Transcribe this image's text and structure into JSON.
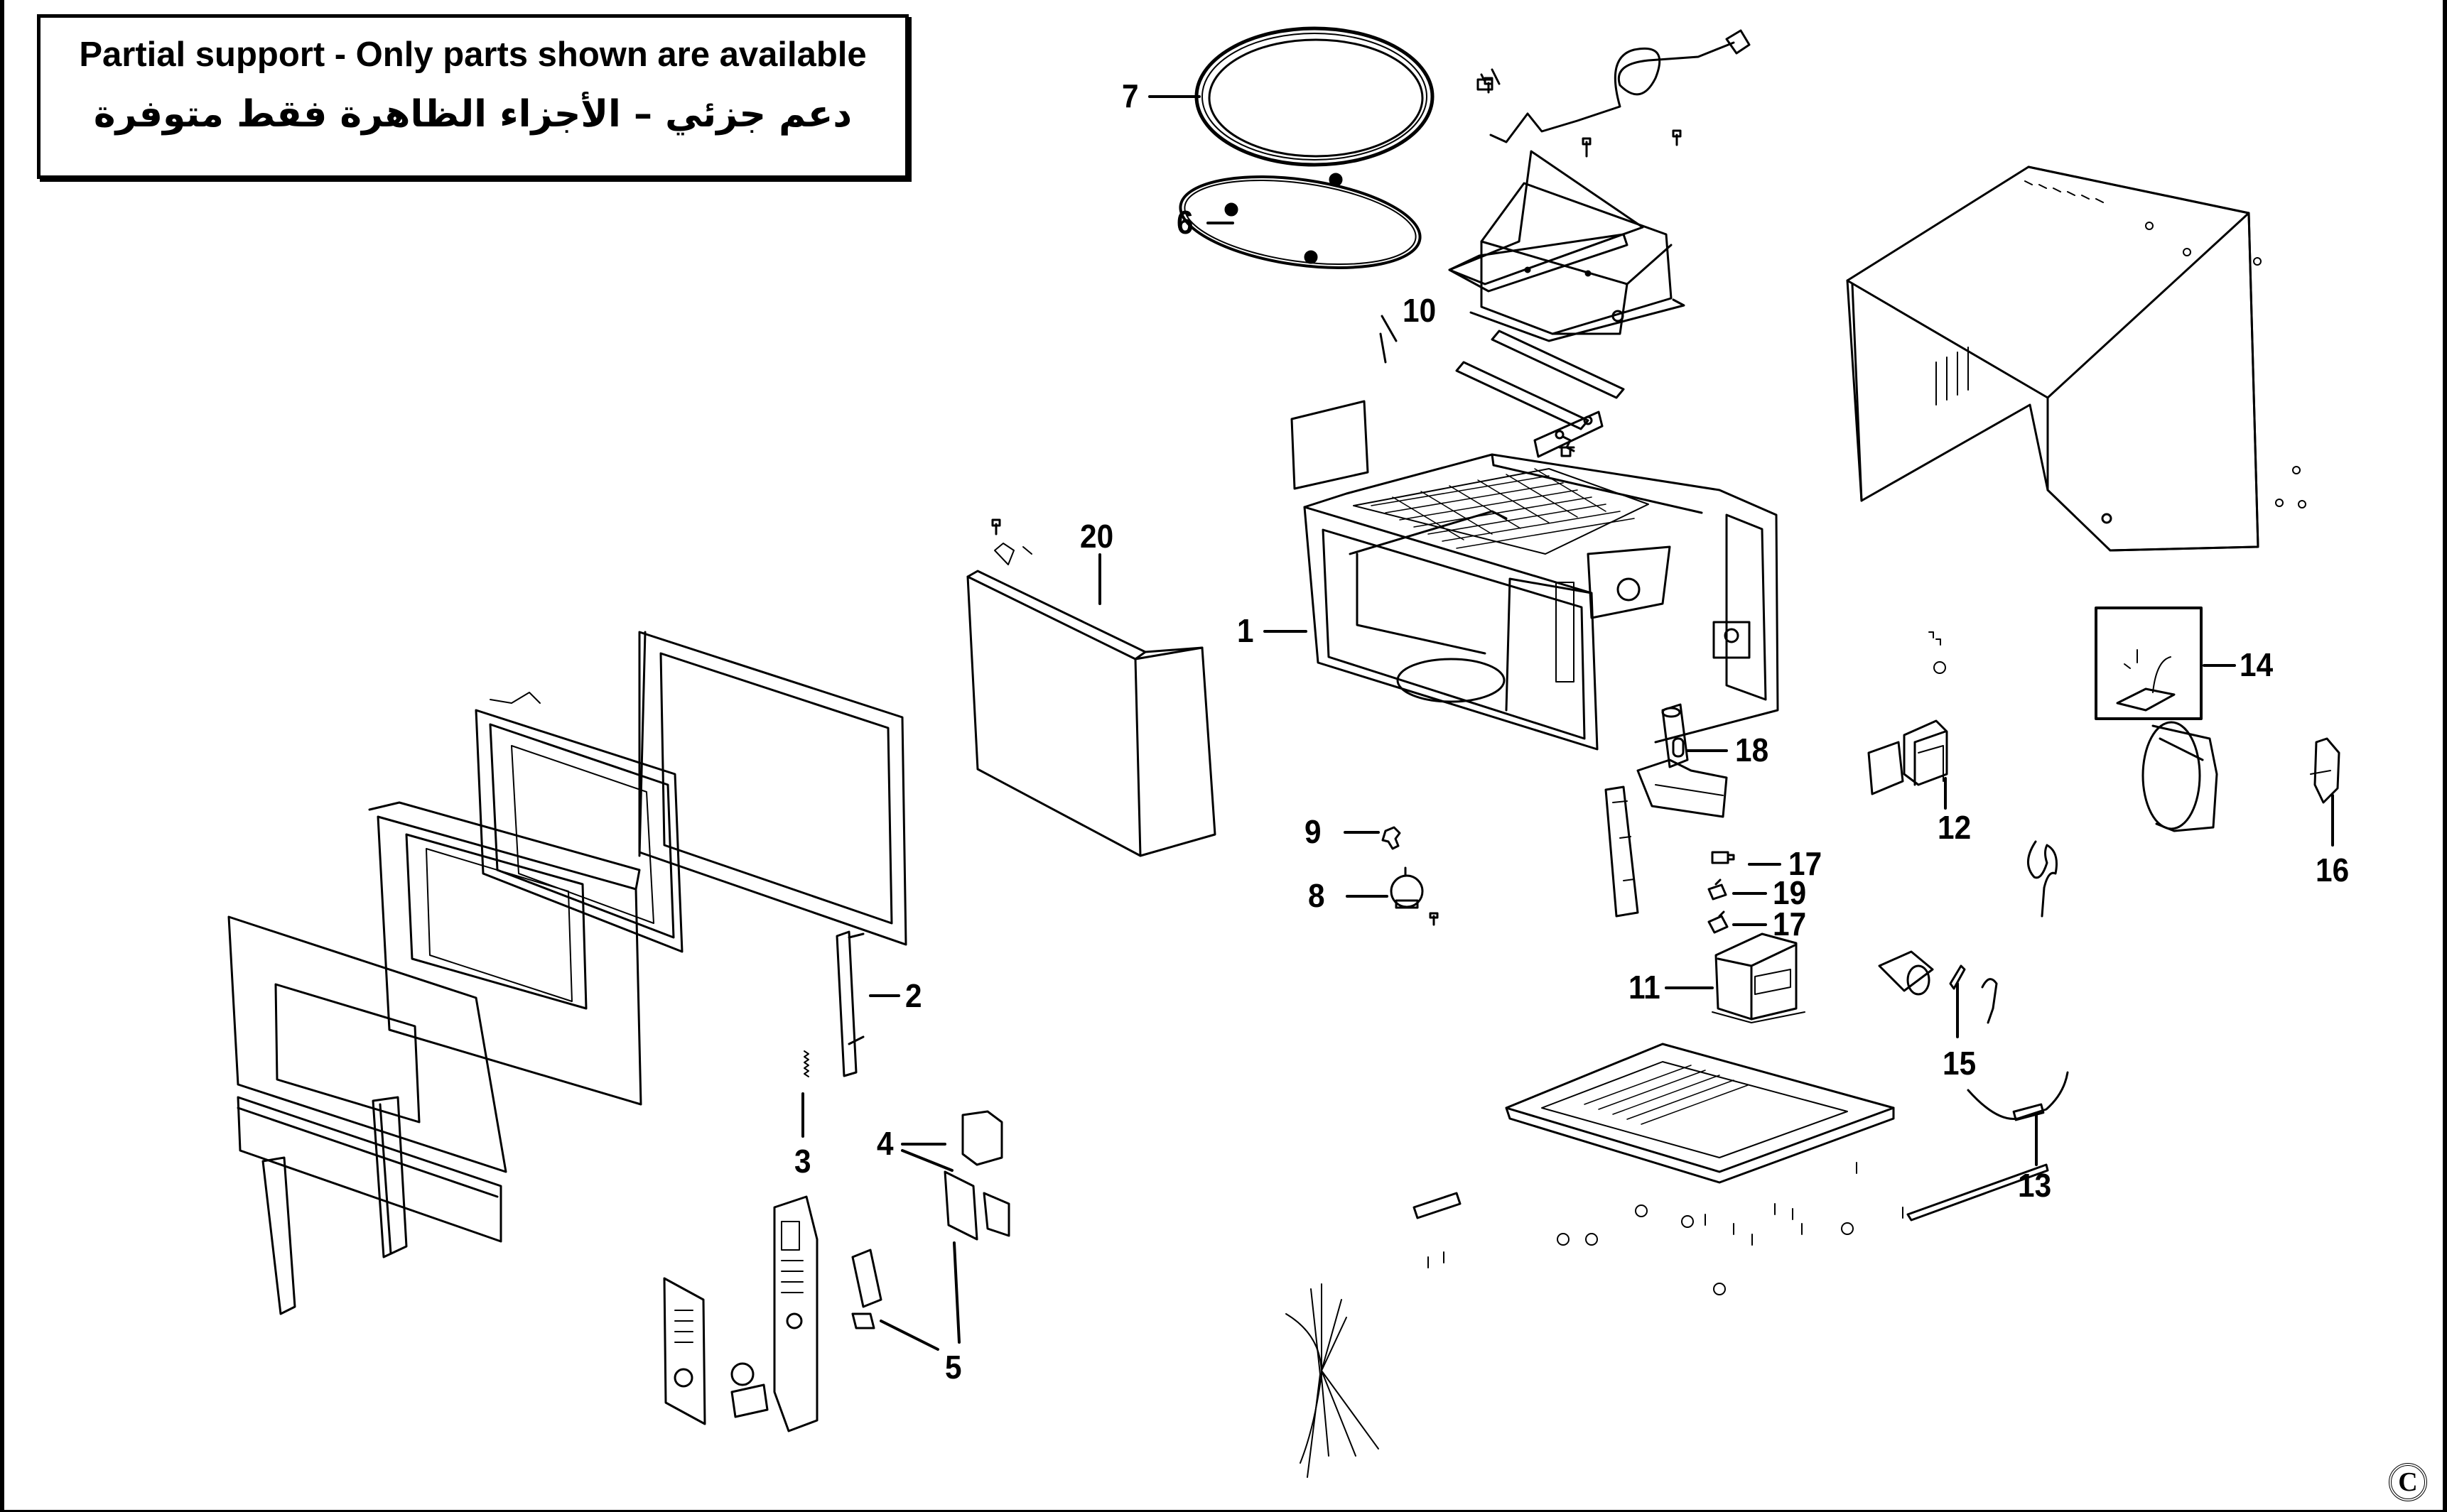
{
  "notice": {
    "english": "Partial support - Only parts shown are available",
    "arabic": "دعم جزئي – الأجزاء الظاهرة فقط متوفرة"
  },
  "diagram": {
    "subject": "Microwave oven exploded parts diagram",
    "callouts": [
      {
        "id": "1",
        "label": "1",
        "part": "oven-cavity"
      },
      {
        "id": "2",
        "label": "2",
        "part": "door-latch-hook"
      },
      {
        "id": "3",
        "label": "3",
        "part": "latch-spring"
      },
      {
        "id": "4",
        "label": "4",
        "part": "control-module"
      },
      {
        "id": "5",
        "label": "5",
        "part": "control-board"
      },
      {
        "id": "6",
        "label": "6",
        "part": "roller-ring"
      },
      {
        "id": "7",
        "label": "7",
        "part": "glass-turntable"
      },
      {
        "id": "8",
        "label": "8",
        "part": "turntable-motor"
      },
      {
        "id": "9",
        "label": "9",
        "part": "coupler"
      },
      {
        "id": "10",
        "label": "10",
        "part": "heating-elements"
      },
      {
        "id": "11",
        "label": "11",
        "part": "transformer"
      },
      {
        "id": "12",
        "label": "12",
        "part": "magnetron"
      },
      {
        "id": "13",
        "label": "13",
        "part": "diode"
      },
      {
        "id": "14",
        "label": "14",
        "part": "noise-filter"
      },
      {
        "id": "15",
        "label": "15",
        "part": "capacitor-bracket"
      },
      {
        "id": "16",
        "label": "16",
        "part": "fan-motor"
      },
      {
        "id": "17a",
        "label": "17",
        "part": "micro-switch"
      },
      {
        "id": "17b",
        "label": "17",
        "part": "micro-switch"
      },
      {
        "id": "18",
        "label": "18",
        "part": "lamp-holder"
      },
      {
        "id": "19",
        "label": "19",
        "part": "monitor-switch"
      },
      {
        "id": "20",
        "label": "20",
        "part": "side-panel"
      }
    ]
  },
  "copyright_symbol": "C"
}
